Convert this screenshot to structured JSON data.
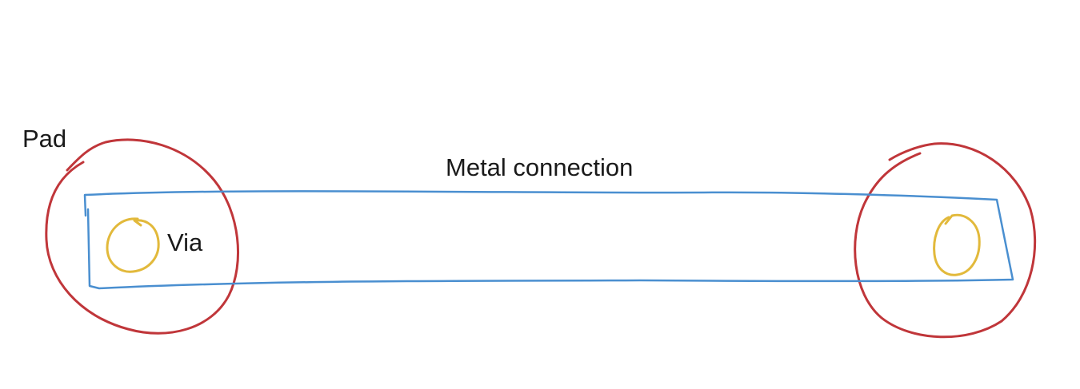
{
  "diagram": {
    "labels": {
      "pad": "Pad",
      "metal_connection": "Metal connection",
      "via": "Via"
    },
    "colors": {
      "pad_outline": "#c0363a",
      "metal_outline": "#4a8fd0",
      "via_outline": "#e2b93b",
      "text": "#1a1a1a",
      "background": "#ffffff"
    }
  }
}
